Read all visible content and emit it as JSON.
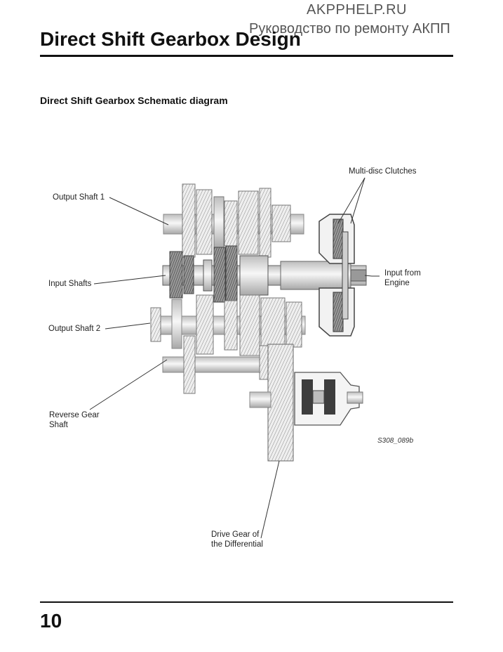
{
  "watermark": {
    "site": "AKPPHELP.RU",
    "caption": "Руководство по ремонту АКПП"
  },
  "header": {
    "title": "Direct Shift Gearbox Design"
  },
  "section": {
    "subtitle": "Direct Shift Gearbox Schematic diagram"
  },
  "figure": {
    "labels": {
      "multi_disc_clutches": "Multi-disc Clutches",
      "output_shaft_1": "Output Shaft 1",
      "input_shafts": "Input Shafts",
      "input_from_engine_1": "Input from",
      "input_from_engine_2": "Engine",
      "output_shaft_2": "Output Shaft 2",
      "reverse_gear_1": "Reverse Gear",
      "reverse_gear_2": "Shaft",
      "drive_gear_1": "Drive Gear of",
      "drive_gear_2": "the Differential"
    },
    "code": "S308_089b"
  },
  "footer": {
    "page_number": "10"
  }
}
